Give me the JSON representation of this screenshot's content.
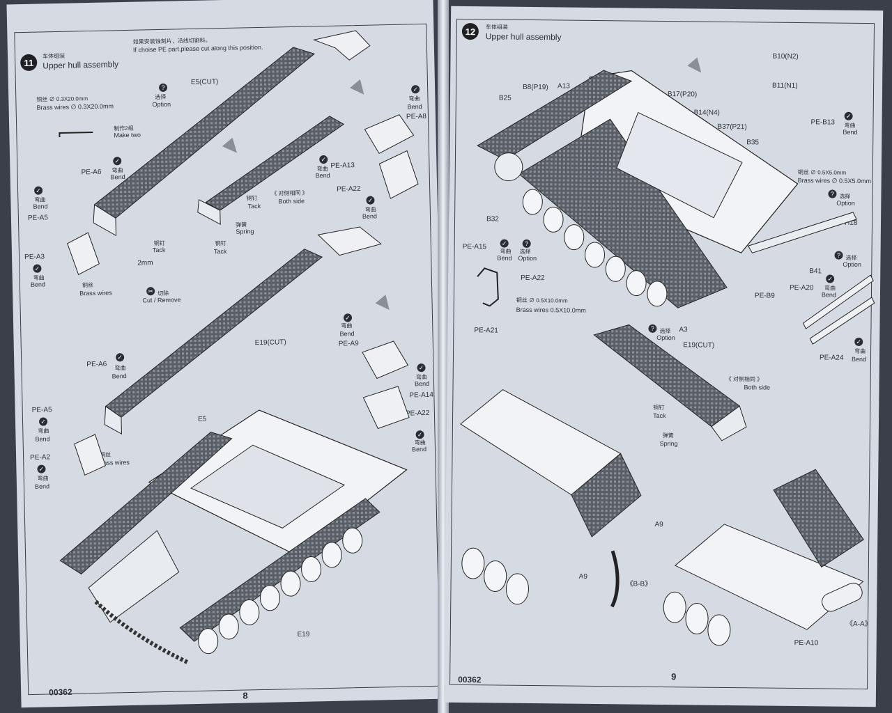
{
  "left_page": {
    "step_number": "11",
    "title_cn": "车体组装",
    "title_en": "Upper hull assembly",
    "cut_note_cn": "如果安装蚀刻片，沿线切割料。",
    "cut_note_en": "If choise PE part,please cut along this position.",
    "brass_cn": "铜丝 ∅ 0.3X20.0mm",
    "brass_en": "Brass wires ∅ 0.3X20.0mm",
    "make_two_cn": "制作2组",
    "make_two_en": "Make two",
    "option_cn": "选择",
    "option_en": "Option",
    "bend_cn": "弯曲",
    "bend_en": "Bend",
    "tack_cn": "铜钉",
    "tack_en": "Tack",
    "spring_cn": "弹簧",
    "spring_en": "Spring",
    "both_side_cn": "《 对侧相同 》",
    "both_side_en": "Both side",
    "brass_wires": "Brass wires",
    "brass_wires_cn": "铜丝",
    "dim_2mm": "2mm",
    "cut_remove_cn": "切除",
    "cut_remove_en": "Cut / Remove",
    "parts": {
      "e5_cut": "E5(CUT)",
      "e19_cut": "E19(CUT)",
      "e5": "E5",
      "e19": "E19",
      "pe_a6": "PE-A6",
      "pe_a5": "PE-A5",
      "pe_a3": "PE-A3",
      "pe_a2": "PE-A2",
      "pe_a6b": "PE-A6",
      "pe_a5b": "PE-A5",
      "pe_a8": "PE-A8",
      "pe_a13": "PE-A13",
      "pe_a22": "PE-A22",
      "pe_a9": "PE-A9",
      "pe_a14": "PE-A14",
      "pe_a22b": "PE-A22"
    },
    "code": "00362",
    "page_number": "8"
  },
  "right_page": {
    "step_number": "12",
    "title_cn": "车体组装",
    "title_en": "Upper hull assembly",
    "parts": {
      "b10": "B10(N2)",
      "b11": "B11(N1)",
      "b8": "B8(P19)",
      "a13": "A13",
      "b25": "B25",
      "b17": "B17(P20)",
      "b14": "B14(N4)",
      "b37": "B37(P21)",
      "b35": "B35",
      "pe_b13": "PE-B13",
      "b32": "B32",
      "h18": "H18",
      "pe_a15": "PE-A15",
      "pe_a22": "PE-A22",
      "pe_a21": "PE-A21",
      "b41": "B41",
      "pe_a20": "PE-A20",
      "pe_b9": "PE-B9",
      "pe_a24": "PE-A24",
      "a3": "A3",
      "e19_cut": "E19(CUT)",
      "a9": "A9",
      "a9b": "A9",
      "bb": "《B-B》",
      "aa": "《A-A》",
      "pe_a10": "PE-A10"
    },
    "brass_05x50_cn": "铜丝 ∅ 0.5X5.0mm",
    "brass_05x50_en": "Brass wires ∅ 0.5X5.0mm",
    "brass_05x100_cn": "铜丝 ∅ 0.5X10.0mm",
    "brass_05x100_en": "Brass wires  0.5X10.0mm",
    "bend_cn": "弯曲",
    "bend_en": "Bend",
    "option_cn": "选择",
    "option_en": "Option",
    "tack_cn": "铜钉",
    "tack_en": "Tack",
    "spring_cn": "弹簧",
    "spring_en": "Spring",
    "both_side_cn": "《 对侧相同 》",
    "both_side_en": "Both side",
    "code": "00362",
    "page_number": "9"
  },
  "icons": [
    "bend-icon",
    "option-icon",
    "arrow-icon",
    "cut-icon"
  ]
}
